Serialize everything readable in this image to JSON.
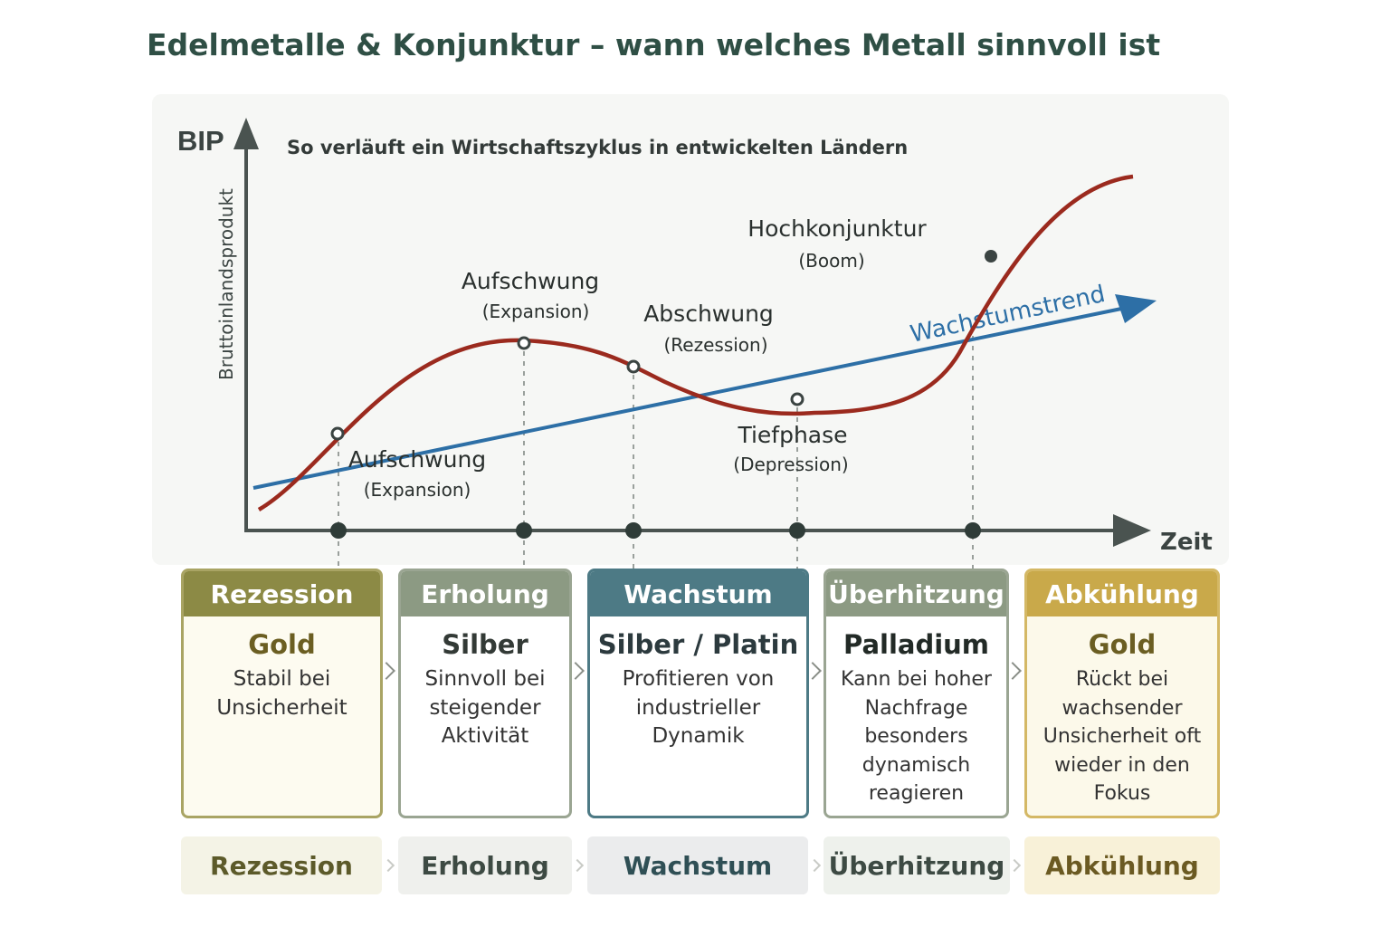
{
  "title": "Edelmetalle & Konjunktur – wann welches Metall sinnvoll ist",
  "diagram": {
    "y_axis_label": "BIP",
    "y_axis_sublabel": "Bruttoinlandsprodukt",
    "x_axis_label": "Zeit",
    "subtitle": "So verläuft ein Wirtschaftszyklus in entwickelten Ländern",
    "trend_label": "Wachstumstrend",
    "phase_labels": [
      {
        "name": "Aufschwung",
        "sub": "(Expansion)"
      },
      {
        "name": "Abschwung",
        "sub": "(Rezession)"
      },
      {
        "name": "Hochkonjunktur",
        "sub": "(Boom)"
      },
      {
        "name": "Aufschwung",
        "sub": "(Expansion)"
      },
      {
        "name": "Tiefphase",
        "sub": "(Depression)"
      }
    ],
    "colors": {
      "cycle_curve": "#9b2a1e",
      "trend_line": "#2d6fa6",
      "axis": "#4a5350"
    }
  },
  "phases": [
    {
      "head": "Rezession",
      "metal": "Gold",
      "text": "Stabil bei Unsicherheit",
      "head_color": "#8c8a45",
      "metal_color": "#6b5e22",
      "bg": "#fdfbf0",
      "band_bg": "#f4f3e6",
      "band_color": "#5c5a2a"
    },
    {
      "head": "Erholung",
      "metal": "Silber",
      "text": "Sinnvoll bei steigender Aktivität",
      "head_color": "#8c9a83",
      "metal_color": "#333a36",
      "bg": "#ffffff",
      "band_bg": "#eff0ed",
      "band_color": "#3d4a43"
    },
    {
      "head": "Wachstum",
      "metal": "Silber / Platin",
      "text": "Profitieren von industrieller Dynamik",
      "head_color": "#4d7a85",
      "metal_color": "#2c3a3e",
      "bg": "#ffffff",
      "band_bg": "#ebeced",
      "band_color": "#2f4f55"
    },
    {
      "head": "Überhitzung",
      "metal": "Palladium",
      "text": "Kann bei hoher Nachfrage besonders dynamisch reagieren",
      "head_color": "#8c9a83",
      "metal_color": "#222a26",
      "bg": "#ffffff",
      "band_bg": "#eef1ec",
      "band_color": "#3d4a43"
    },
    {
      "head": "Abkühlung",
      "metal": "Gold",
      "text": "Rückt bei wachsender Unsicherheit oft wieder in den Fokus",
      "head_color": "#c9a94a",
      "metal_color": "#6b5e22",
      "bg": "#fcf9ea",
      "band_bg": "#f8f1d8",
      "band_color": "#6b5a22"
    }
  ]
}
